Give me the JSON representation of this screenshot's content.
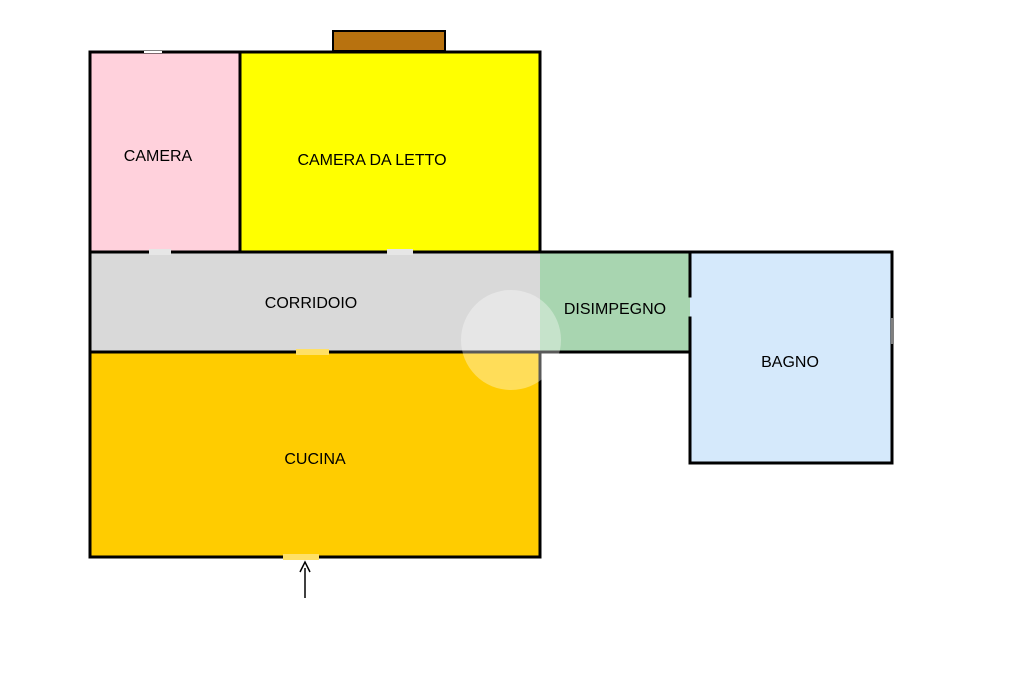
{
  "rooms": {
    "camera": {
      "label": "CAMERA",
      "color": "#ffd1dc"
    },
    "camera_da_letto": {
      "label": "CAMERA DA LETTO",
      "color": "#ffff00"
    },
    "corridoio": {
      "label": "CORRIDOIO",
      "color": "#d9d9d9"
    },
    "disimpegno": {
      "label": "DISIMPEGNO",
      "color": "#a8d5b0"
    },
    "bagno": {
      "label": "BAGNO",
      "color": "#d5e9fb"
    },
    "cucina": {
      "label": "CUCINA",
      "color": "#ffcc00"
    }
  },
  "colors": {
    "wall": "#000000",
    "balcony": "#b8720f"
  },
  "icons": {
    "entrance": "entrance-arrow-icon",
    "watermark": "house-watermark-icon"
  }
}
